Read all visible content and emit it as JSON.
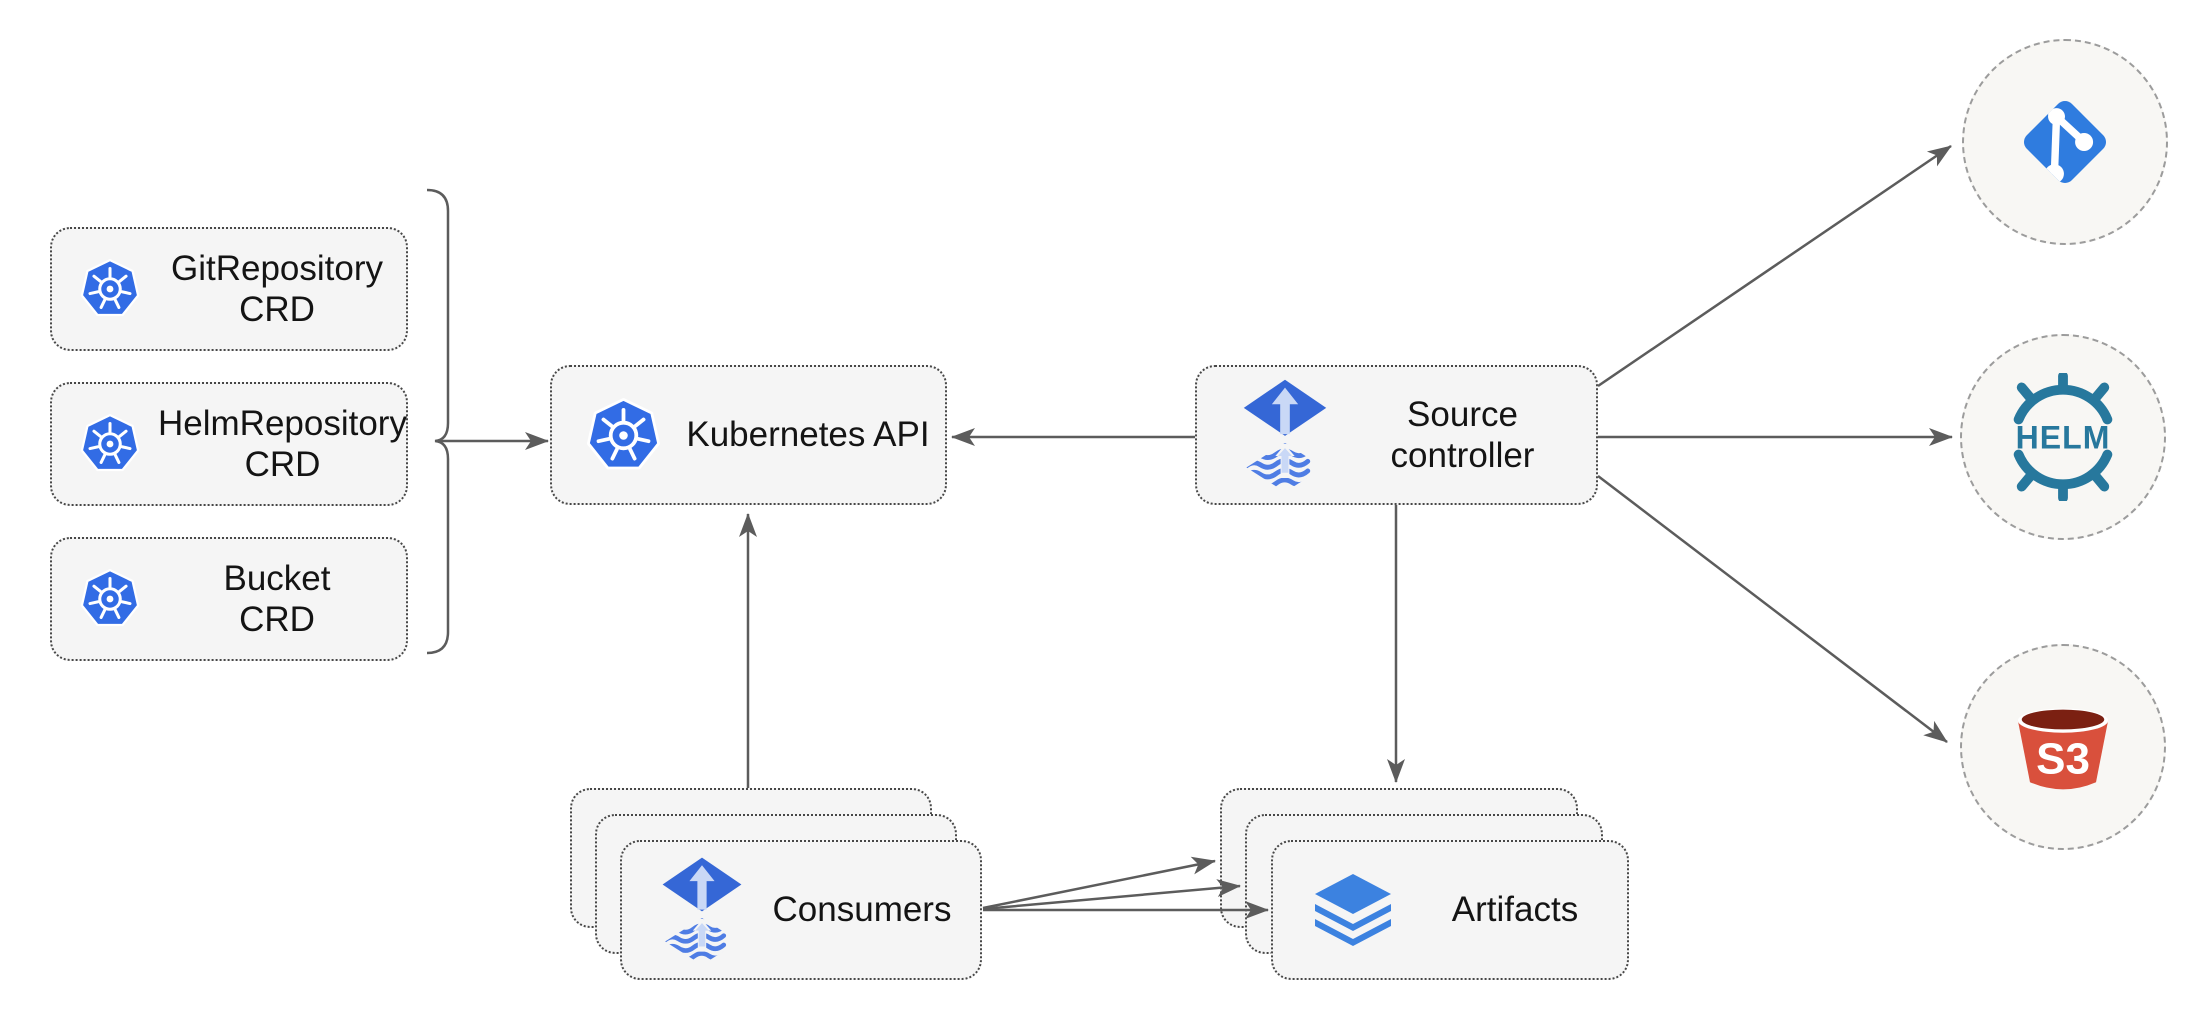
{
  "colors": {
    "k8s-blue": "#326CE5",
    "flux-blue": "#3567D6",
    "flux-light": "#C9D8F6",
    "flux-stripe": "#4F7DE4",
    "layers-blue": "#3C82E0",
    "helm-teal": "#27789D",
    "s3-red": "#D9503C",
    "s3-dark": "#7B2012",
    "git-blue": "#2F7CDF",
    "arrow-gray": "#5C5C5C",
    "node-fill": "#F5F5F5",
    "node-border": "#474747",
    "circle-fill": "#F8F7F4",
    "circle-border": "#9C9C9C",
    "text-color": "#141414"
  },
  "nodes": {
    "git_repository_crd": {
      "line1": "GitRepository",
      "line2": "CRD"
    },
    "helm_repository_crd": {
      "line1": "HelmRepository",
      "line2": "CRD"
    },
    "bucket_crd": {
      "line1": "Bucket",
      "line2": "CRD"
    },
    "kubernetes_api": {
      "label": "Kubernetes API"
    },
    "source_controller": {
      "line1": "Source",
      "line2": "controller"
    },
    "consumers": {
      "label": "Consumers"
    },
    "artifacts": {
      "label": "Artifacts"
    }
  },
  "icons": {
    "helm_text": "HELM",
    "s3_text": "S3"
  }
}
